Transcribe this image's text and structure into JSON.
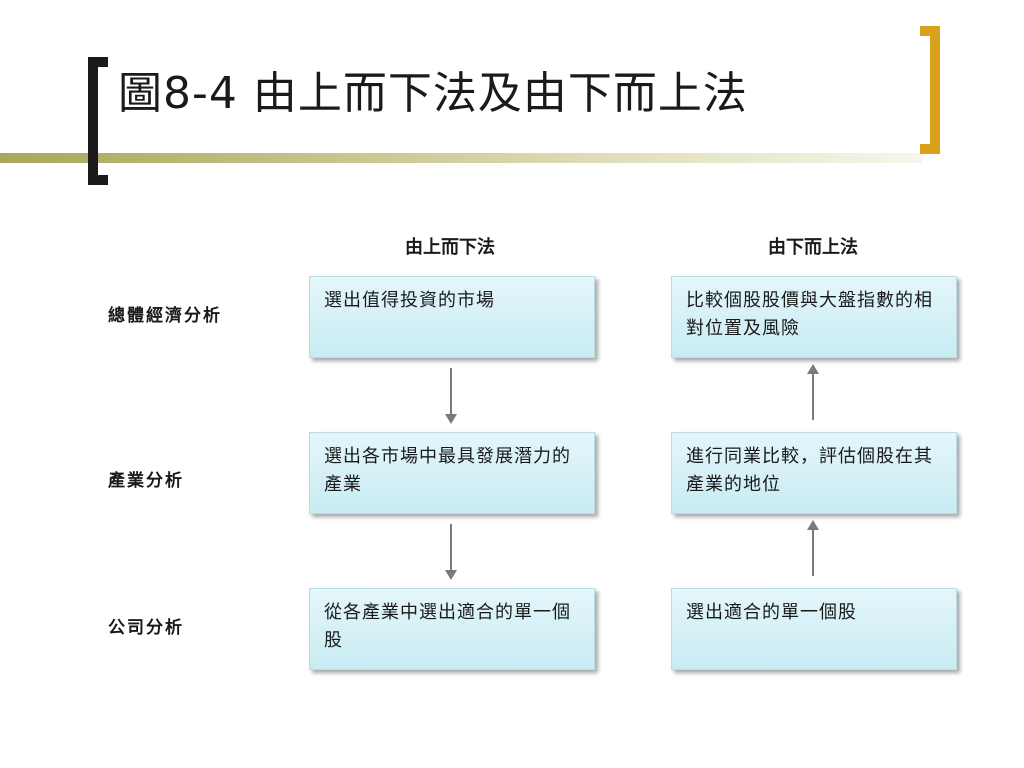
{
  "title": "圖8-4  由上而下法及由下而上法",
  "colors": {
    "left_bracket": "#1a1a1a",
    "right_bracket": "#d9a11c",
    "title_rule": "#a8a75a",
    "box_fill": "#d3f0f6",
    "arrow": "#7a7a7a"
  },
  "diagram": {
    "columns": {
      "top_down": "由上而下法",
      "bottom_up": "由下而上法"
    },
    "rows": [
      {
        "label": "總體經濟分析",
        "top_down": "選出值得投資的市場",
        "bottom_up": "比較個股股價與大盤指數的相對位置及風險"
      },
      {
        "label": "產業分析",
        "top_down": "選出各市場中最具發展潛力的產業",
        "bottom_up": "進行同業比較，評估個股在其產業的地位"
      },
      {
        "label": "公司分析",
        "top_down": "從各產業中選出適合的單一個股",
        "bottom_up": "選出適合的單一個股"
      }
    ]
  }
}
